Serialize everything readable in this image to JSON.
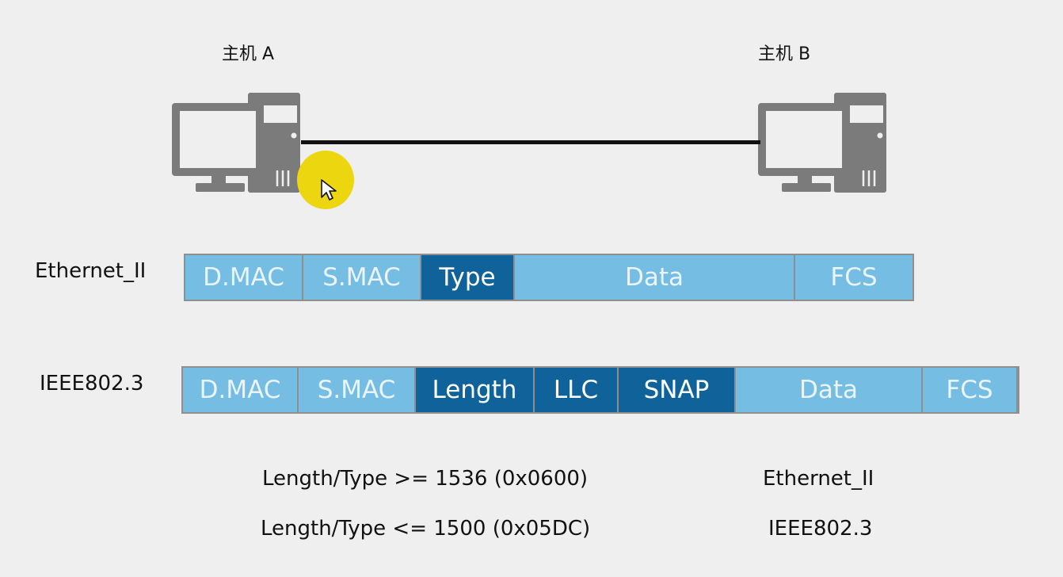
{
  "hosts": {
    "a_label": "主机 A",
    "b_label": "主机 B"
  },
  "icons": {
    "computer": "desktop-computer-icon",
    "cursor": "mouse-pointer-icon"
  },
  "colors": {
    "field_light": "#75bde3",
    "field_dark": "#0f629a",
    "border": "#8f8f8f",
    "cursor_highlight": "#ecd60f"
  },
  "frames": {
    "ethernet_ii": {
      "label": "Ethernet_II",
      "fields": [
        {
          "label": "D.MAC",
          "style": "light"
        },
        {
          "label": "S.MAC",
          "style": "light"
        },
        {
          "label": "Type",
          "style": "dark"
        },
        {
          "label": "Data",
          "style": "light"
        },
        {
          "label": "FCS",
          "style": "light"
        }
      ]
    },
    "ieee8023": {
      "label": "IEEE802.3",
      "fields": [
        {
          "label": "D.MAC",
          "style": "light"
        },
        {
          "label": "S.MAC",
          "style": "light"
        },
        {
          "label": "Length",
          "style": "dark"
        },
        {
          "label": "LLC",
          "style": "dark"
        },
        {
          "label": "SNAP",
          "style": "dark"
        },
        {
          "label": "Data",
          "style": "light"
        },
        {
          "label": "FCS",
          "style": "light"
        }
      ]
    }
  },
  "rules": [
    {
      "condition": "Length/Type >= 1536 (0x0600)",
      "result": "Ethernet_II"
    },
    {
      "condition": "Length/Type <= 1500 (0x05DC)",
      "result": "IEEE802.3"
    }
  ]
}
